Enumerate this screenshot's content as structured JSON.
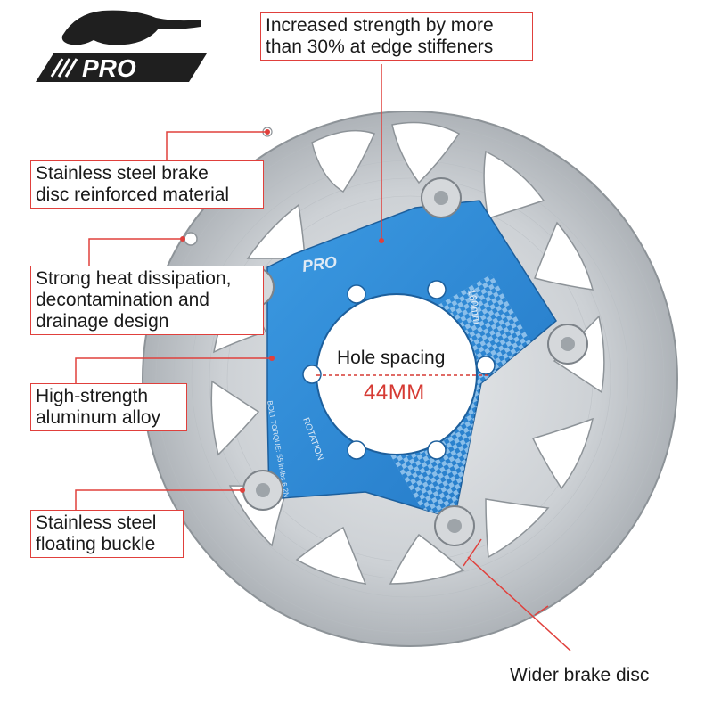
{
  "brand": {
    "logo_text": "PRO",
    "rotor_text": "PRO",
    "rotor_size_text": "160mm",
    "rotor_direction_text": "ROTATION",
    "rotor_torque_text": "BOLT TORQUE: 55 in-lbs 6.2N"
  },
  "callouts": {
    "stiffeners": [
      "Increased strength by more",
      "than 30% at edge stiffeners"
    ],
    "material": [
      "Stainless steel brake",
      "disc reinforced material"
    ],
    "heat": [
      "Strong heat dissipation,",
      "decontamination and",
      "drainage design"
    ],
    "alloy": [
      "High-strength",
      "aluminum alloy"
    ],
    "buckle": [
      "Stainless steel",
      "floating buckle"
    ],
    "wider": "Wider brake disc"
  },
  "hole_spacing": {
    "label": "Hole spacing",
    "value": "44MM"
  },
  "colors": {
    "callout_border": "#e0403c",
    "spider_blue": "#2f8ed8",
    "rotor_steel": "#c9cdd1",
    "dimension_red": "#d63a33"
  },
  "icons": {
    "logo": "panther-icon"
  }
}
